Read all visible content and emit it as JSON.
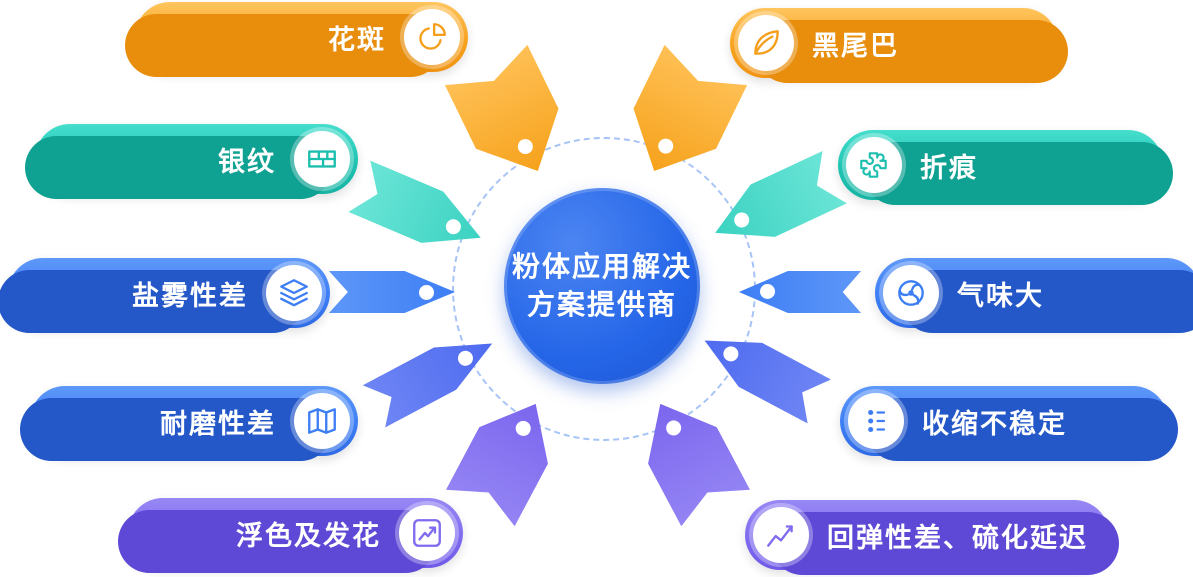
{
  "center": {
    "line1": "粉体应用解决",
    "line2": "方案提供商"
  },
  "items": [
    {
      "label": "花斑",
      "icon": "pie-chart-icon",
      "group": "orange",
      "side": "left"
    },
    {
      "label": "黑尾巴",
      "icon": "leaf-icon",
      "group": "orange",
      "side": "right"
    },
    {
      "label": "银纹",
      "icon": "bricks-icon",
      "group": "teal",
      "side": "left"
    },
    {
      "label": "折痕",
      "icon": "puzzle-icon",
      "group": "teal",
      "side": "right"
    },
    {
      "label": "盐雾性差",
      "icon": "layers-icon",
      "group": "blue",
      "side": "left"
    },
    {
      "label": "气味大",
      "icon": "fan-icon",
      "group": "blue",
      "side": "right"
    },
    {
      "label": "耐磨性差",
      "icon": "map-icon",
      "group": "blue",
      "side": "left"
    },
    {
      "label": "收缩不稳定",
      "icon": "dotted-list-icon",
      "group": "blue",
      "side": "right"
    },
    {
      "label": "浮色及发花",
      "icon": "trend-box-icon",
      "group": "purple",
      "side": "left"
    },
    {
      "label": "回弹性差、硫化延迟",
      "icon": "line-chart-icon",
      "group": "purple",
      "side": "right"
    }
  ],
  "palette": {
    "orange": "#F7A21D",
    "teal": "#1FC3B2",
    "blue": "#3D7EF5",
    "purple": "#7E6BEF",
    "center_blue": "#2566E8"
  }
}
